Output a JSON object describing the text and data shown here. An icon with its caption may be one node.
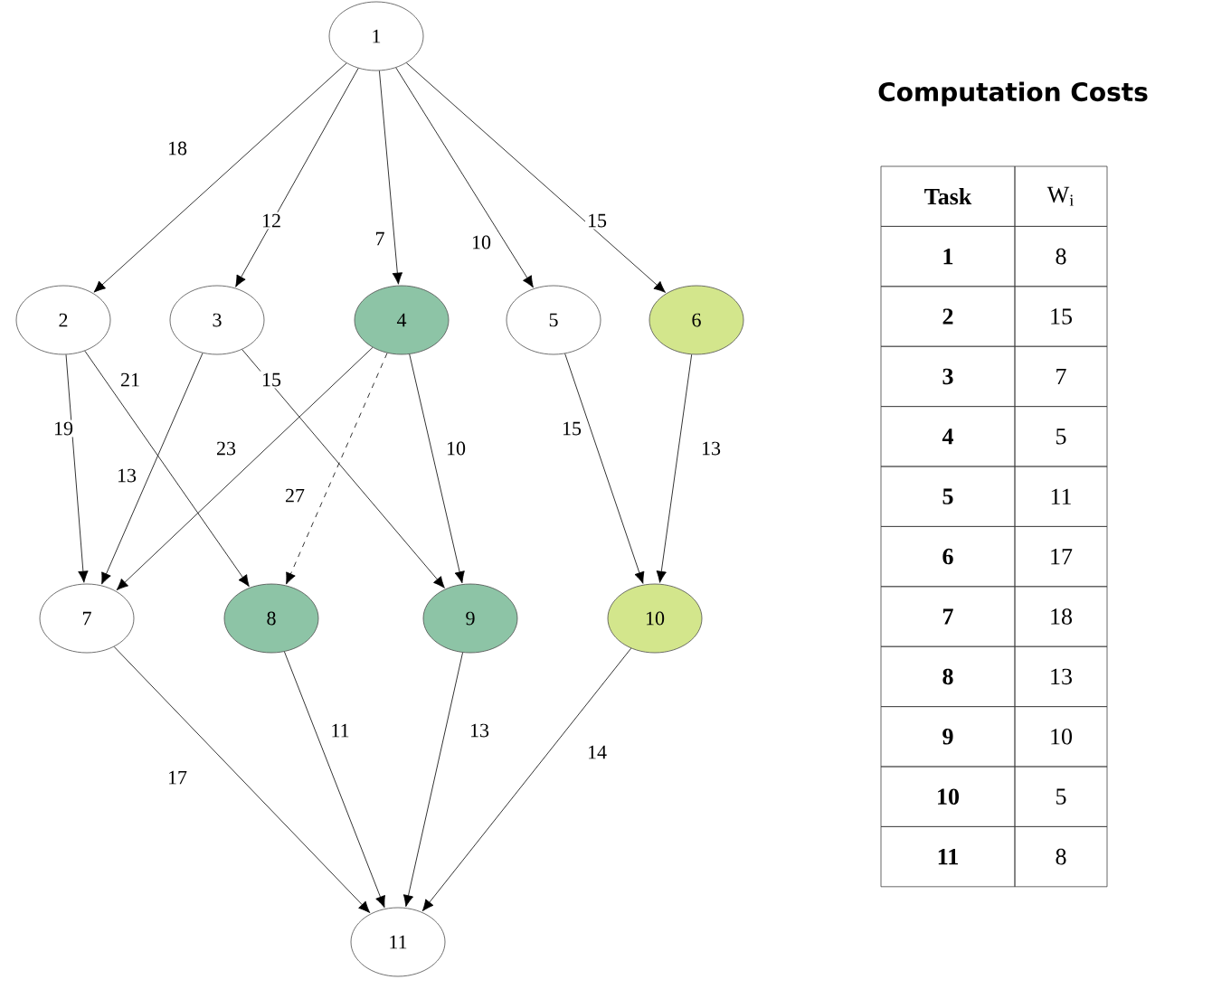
{
  "diagram": {
    "nodes": [
      {
        "text": [
          "1"
        ]
      },
      {
        "text": [
          "2"
        ]
      },
      {
        "text": [
          "3"
        ]
      },
      {
        "text": [
          "4"
        ]
      },
      {
        "text": [
          "5"
        ]
      },
      {
        "text": [
          "6"
        ]
      },
      {
        "text": [
          "7"
        ]
      },
      {
        "text": [
          "8"
        ]
      },
      {
        "text": [
          "9"
        ]
      },
      {
        "text": [
          "10"
        ]
      },
      {
        "text": [
          "11"
        ]
      }
    ],
    "edges": [
      {
        "from": 0,
        "to": 1,
        "arrow": "to",
        "label": "18"
      },
      {
        "from": 0,
        "to": 2,
        "arrow": "to",
        "label": "12"
      },
      {
        "from": 0,
        "to": 3,
        "arrow": "to",
        "label": "7"
      },
      {
        "from": 0,
        "to": 4,
        "arrow": "to",
        "label": "10"
      },
      {
        "from": 0,
        "to": 5,
        "arrow": "to",
        "label": "15"
      },
      {
        "from": 1,
        "to": 6,
        "arrow": "to",
        "label": "19"
      },
      {
        "from": 1,
        "to": 7,
        "arrow": "to",
        "label": "21"
      },
      {
        "from": 2,
        "to": 6,
        "arrow": "to",
        "label": "13"
      },
      {
        "from": 2,
        "to": 8,
        "arrow": "to",
        "label": "15"
      },
      {
        "from": 3,
        "to": 6,
        "arrow": "to",
        "label": "23"
      },
      {
        "from": 3,
        "to": 7,
        "arrow": "to",
        "label": "27",
        "style": "dashed"
      },
      {
        "from": 3,
        "to": 8,
        "arrow": "to",
        "label": "10"
      },
      {
        "from": 4,
        "to": 9,
        "arrow": "to",
        "label": "15"
      },
      {
        "from": 5,
        "to": 9,
        "arrow": "to",
        "label": "13"
      },
      {
        "from": 6,
        "to": 10,
        "arrow": "to",
        "label": "17"
      },
      {
        "from": 7,
        "to": 10,
        "arrow": "to",
        "label": "11"
      },
      {
        "from": 8,
        "to": 10,
        "arrow": "to",
        "label": "13"
      },
      {
        "from": 9,
        "to": 10,
        "arrow": "to",
        "label": "14"
      }
    ],
    "labels": [
      "Computation Costs",
      "Task",
      "W$_{i}$",
      "1",
      "8",
      "2",
      "15",
      "3",
      "7",
      "4",
      "5",
      "5",
      "11",
      "6",
      "17",
      "7",
      "18",
      "8",
      "13",
      "9",
      "10",
      "10",
      "5",
      "11",
      "8"
    ]
  }
}
